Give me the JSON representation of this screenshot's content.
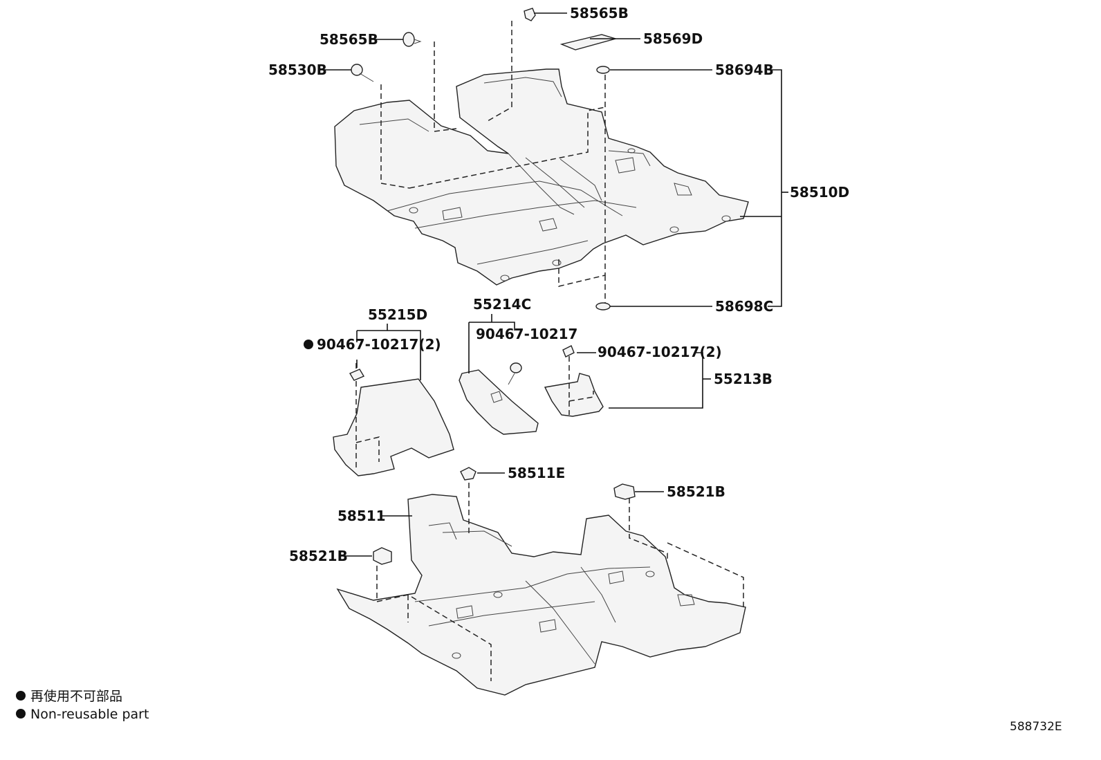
{
  "diagram": {
    "labels": {
      "p58565B_top": "58565B",
      "p58565B_left": "58565B",
      "p58569D": "58569D",
      "p58530B": "58530B",
      "p58694B": "58694B",
      "p58510D": "58510D",
      "p58698C": "58698C",
      "p55215D": "55215D",
      "p90467_left": "90467-10217(2)",
      "p55214C": "55214C",
      "p90467_mid": "90467-10217",
      "p90467_right": "90467-10217(2)",
      "p55213B": "55213B",
      "p58511E": "58511E",
      "p58521B_right": "58521B",
      "p58511": "58511",
      "p58521B_left": "58521B"
    },
    "legend": {
      "line1": "再使用不可部品",
      "line2": "Non-reusable part"
    },
    "code": "588732E"
  }
}
